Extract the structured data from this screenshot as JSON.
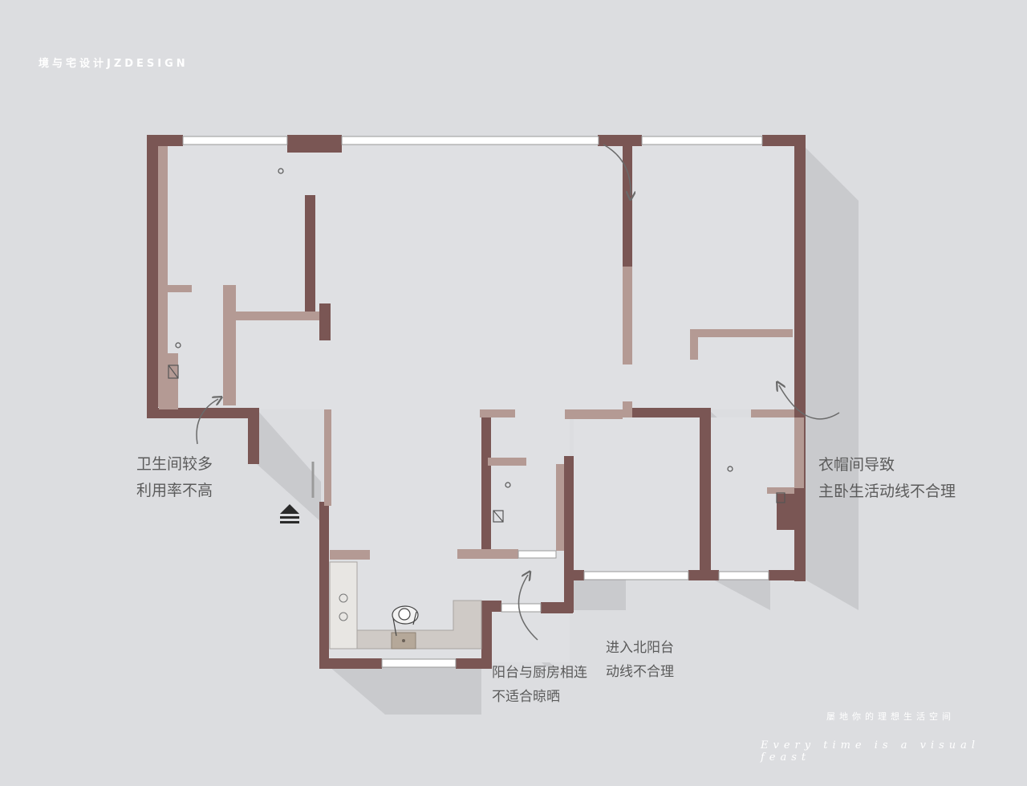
{
  "brand": "境与宅设计JZDESIGN",
  "annotations": [
    {
      "lines": [
        "卫生间较多",
        "利用率不高"
      ]
    },
    {
      "lines": [
        "衣帽间导致",
        "主卧生活动线不合理"
      ]
    },
    {
      "lines": [
        "进入北阳台",
        "动线不合理"
      ]
    },
    {
      "lines": [
        "阳台与厨房相连",
        "不适合晾晒"
      ]
    }
  ],
  "footer": {
    "tagline_cn": "屡地你的理想生活空间",
    "tagline_en": "Every time is a visual feast"
  },
  "colors": {
    "background": "#dcdde0",
    "wall": "#7a5654",
    "partition": "#b49a94",
    "floor": "#dfe0e3",
    "shadow": "#c8c9cc",
    "text": "#5b5b5b",
    "arrow": "#6a6a6a"
  },
  "icons": [
    "entrance-arrow-icon",
    "person-icon",
    "stove-icon",
    "sink-icon"
  ]
}
